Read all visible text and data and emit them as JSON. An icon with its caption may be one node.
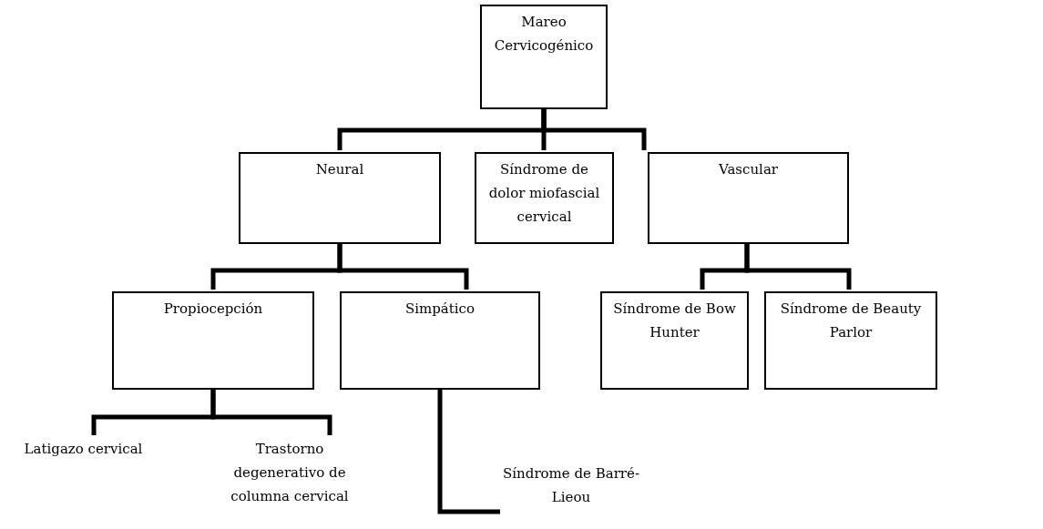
{
  "diagram": {
    "nodes": [
      {
        "text": [
          "Mareo Cervicogénico"
        ]
      },
      {
        "text": [
          "Neural"
        ]
      },
      {
        "text": [
          "Síndrome de dolor miofascial cervical"
        ]
      },
      {
        "text": [
          "Vascular"
        ]
      },
      {
        "text": [
          "Propiocepción"
        ]
      },
      {
        "text": [
          "Simpático"
        ]
      },
      {
        "text": [
          "Síndrome de Bow Hunter"
        ]
      },
      {
        "text": [
          "Síndrome de Beauty Parlor"
        ]
      },
      {
        "text": [
          "Latigazo cervical"
        ]
      },
      {
        "text": [
          "Trastorno degenerativo de columna cervical"
        ]
      },
      {
        "text": [
          "Síndrome de Barré-Lieou"
        ]
      }
    ],
    "edges": [
      {
        "from": 0,
        "to": 1,
        "arrow": "none"
      },
      {
        "from": 0,
        "to": 2,
        "arrow": "none"
      },
      {
        "from": 0,
        "to": 3,
        "arrow": "none"
      },
      {
        "from": 1,
        "to": 4,
        "arrow": "none"
      },
      {
        "from": 1,
        "to": 5,
        "arrow": "none"
      },
      {
        "from": 3,
        "to": 6,
        "arrow": "none"
      },
      {
        "from": 3,
        "to": 7,
        "arrow": "none"
      },
      {
        "from": 4,
        "to": 8,
        "arrow": "none"
      },
      {
        "from": 4,
        "to": 9,
        "arrow": "none"
      },
      {
        "from": 5,
        "to": 10,
        "arrow": "none"
      }
    ]
  }
}
